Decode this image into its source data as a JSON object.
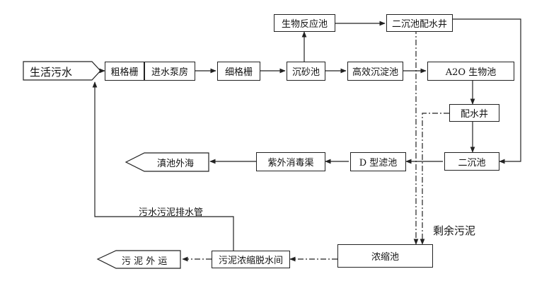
{
  "nodes": {
    "domestic_sewage": "生活污水",
    "coarse_screen": "粗格栅",
    "intake_pump_room": "进水泵房",
    "fine_screen": "细格栅",
    "grit_chamber": "沉砂池",
    "high_eff_sed": "高效沉淀池",
    "a2o_bio": "A2O 生物池",
    "bioreactor": "生物反应池",
    "sec_clarifier_dist_well": "二沉池配水井",
    "dist_well": "配水井",
    "sec_clarifier": "二沉池",
    "d_filter": "D 型滤池",
    "uv_channel": "紫外消毒渠",
    "outfall": "滇池外海",
    "thickener": "浓缩池",
    "sludge_dewatering": "污泥浓缩脱水间",
    "sludge_transport": "污 泥 外 运"
  },
  "labels": {
    "drain_pipe": "污水污泥排水管",
    "excess_sludge": "剩余污泥"
  }
}
